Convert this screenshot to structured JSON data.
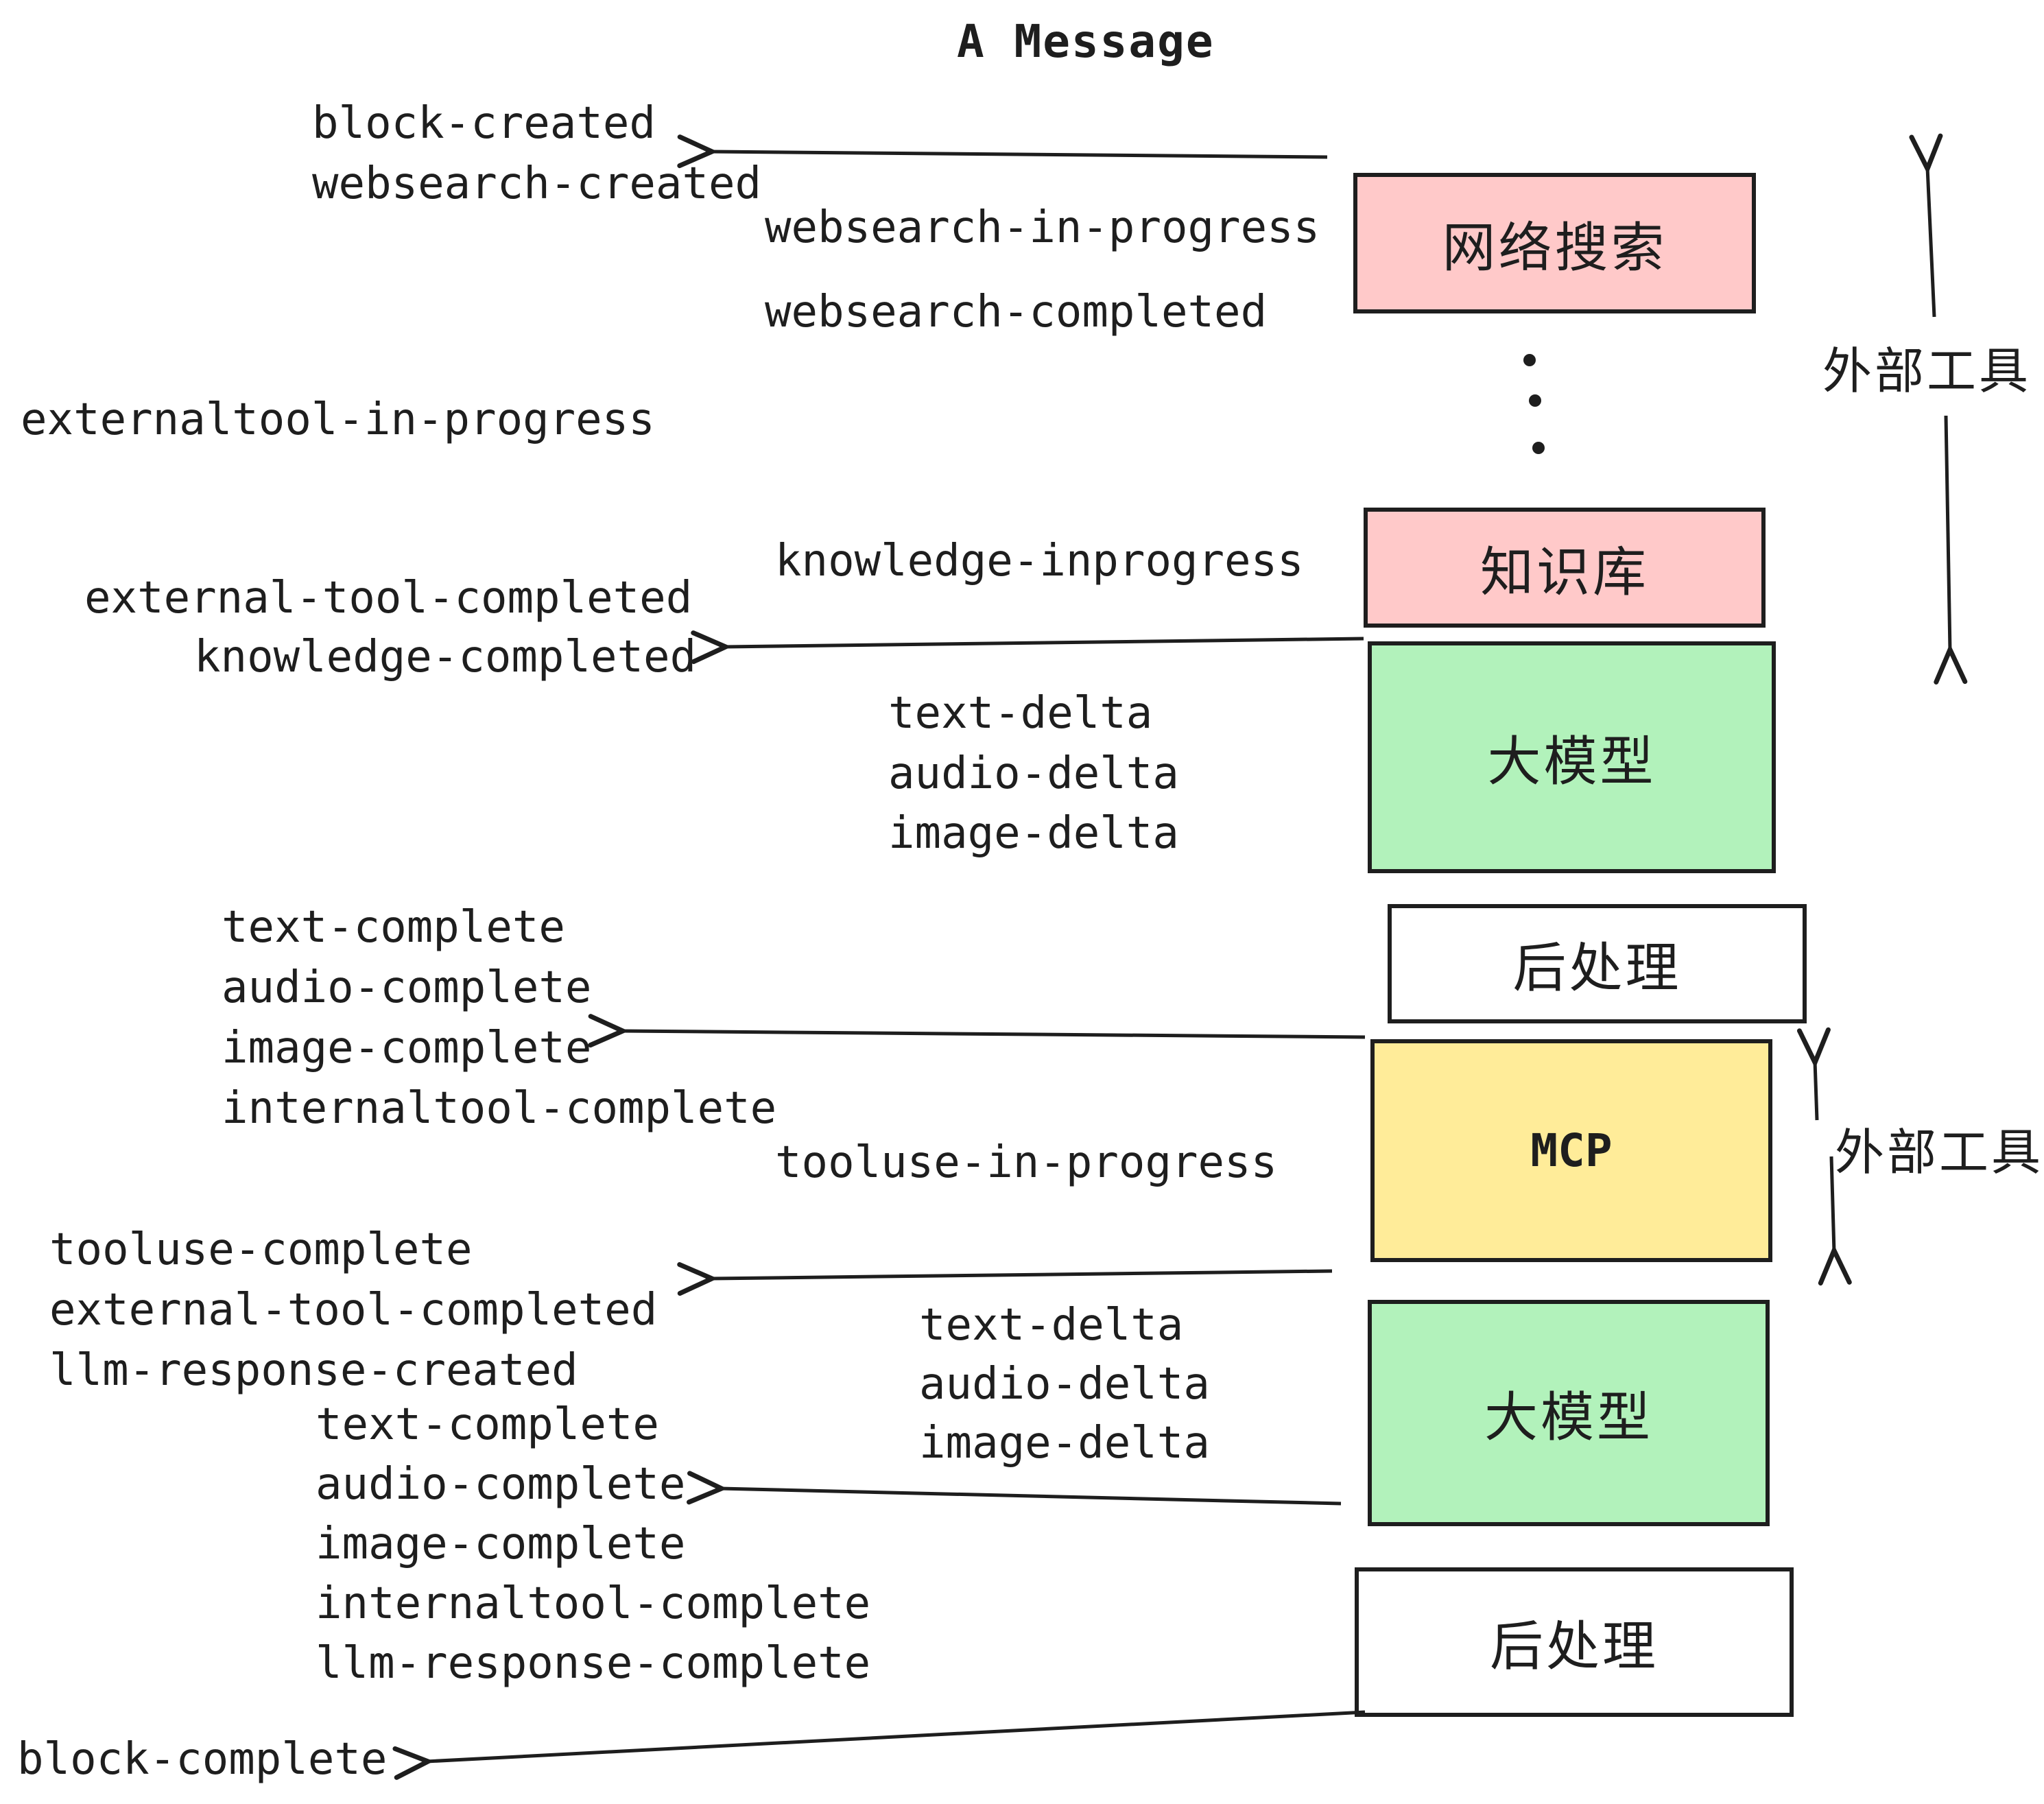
{
  "title": "A Message",
  "colors": {
    "stroke": "#1e1e1e",
    "pink": "#ffc9c9",
    "green": "#b2f2bb",
    "yellow": "#ffec99",
    "white": "#ffffff"
  },
  "boxes": [
    {
      "id": "websearch",
      "label": "网络搜索",
      "color": "#ffc9c9"
    },
    {
      "id": "knowledge",
      "label": "知识库",
      "color": "#ffc9c9"
    },
    {
      "id": "llm-1",
      "label": "大模型",
      "color": "#b2f2bb"
    },
    {
      "id": "postprocess-1",
      "label": "后处理",
      "color": "#ffffff"
    },
    {
      "id": "mcp",
      "label": "MCP",
      "color": "#ffec99"
    },
    {
      "id": "llm-2",
      "label": "大模型",
      "color": "#b2f2bb"
    },
    {
      "id": "postprocess-2",
      "label": "后处理",
      "color": "#ffffff"
    }
  ],
  "side_labels": [
    {
      "text": "外部工具"
    },
    {
      "text": "外部工具"
    }
  ],
  "events": [
    {
      "text": "block-created"
    },
    {
      "text": "websearch-created"
    },
    {
      "text": "websearch-in-progress"
    },
    {
      "text": "websearch-completed"
    },
    {
      "text": "externaltool-in-progress"
    },
    {
      "text": "knowledge-inprogress"
    },
    {
      "text": "external-tool-completed"
    },
    {
      "text": "knowledge-completed"
    },
    {
      "text": "text-delta"
    },
    {
      "text": "audio-delta"
    },
    {
      "text": "image-delta"
    },
    {
      "text": "text-complete"
    },
    {
      "text": "audio-complete"
    },
    {
      "text": "image-complete"
    },
    {
      "text": "internaltool-complete"
    },
    {
      "text": "tooluse-in-progress"
    },
    {
      "text": "tooluse-complete"
    },
    {
      "text": "external-tool-completed"
    },
    {
      "text": "llm-response-created"
    },
    {
      "text": "text-complete"
    },
    {
      "text": "audio-complete"
    },
    {
      "text": "image-complete"
    },
    {
      "text": "internaltool-complete"
    },
    {
      "text": "llm-response-complete"
    },
    {
      "text": "text-delta"
    },
    {
      "text": "audio-delta"
    },
    {
      "text": "image-delta"
    },
    {
      "text": "block-complete"
    }
  ]
}
